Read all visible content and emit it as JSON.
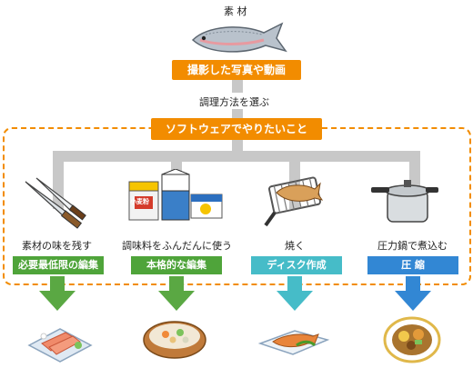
{
  "top": {
    "material_label": "素 材",
    "box_label": "撮影した写真や動画"
  },
  "method": {
    "label": "調理方法を選ぶ",
    "box_label": "ソフトウェアでやりたいこと"
  },
  "columns": [
    {
      "text": "素材の味を残す",
      "box": "必要最低限の編集",
      "color": "#4fa43a"
    },
    {
      "text": "調味料をふんだんに使う",
      "box": "本格的な編集",
      "color": "#4fa43a"
    },
    {
      "text": "焼く",
      "box": "ディスク作成",
      "color": "#46bcc8"
    },
    {
      "text": "圧力鍋で煮込む",
      "box": "圧 縮",
      "color": "#3287d4"
    }
  ],
  "illustrations": {
    "seasoning_bag_label": "小麦粉"
  },
  "colors": {
    "orange": "#f28c00",
    "green": "#4fa43a",
    "teal": "#46bcc8",
    "blue": "#3287d4",
    "connector_gray": "#c8c8c8"
  }
}
